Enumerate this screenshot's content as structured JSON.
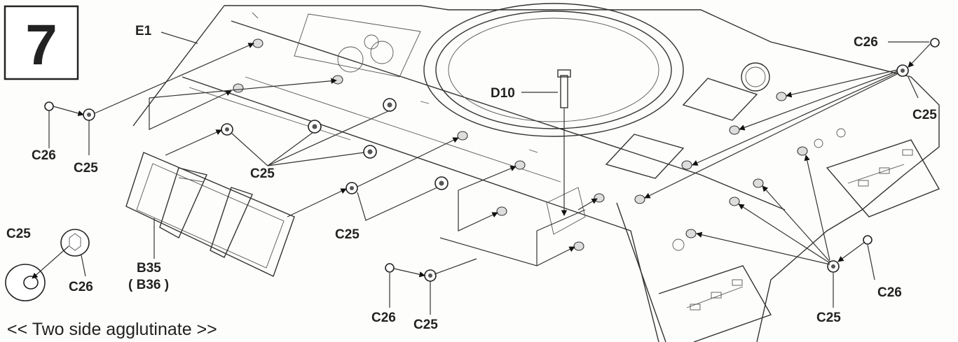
{
  "step": {
    "number": "7"
  },
  "caption": "<< Two side agglutinate >>",
  "parts": {
    "e1": "E1",
    "d10": "D10",
    "b35": "B35",
    "b36": "( B36 )",
    "c25": "C25",
    "c26": "C26"
  },
  "labels": {
    "c26_top_right": "C26",
    "c25_top_right": "C25",
    "c26_left": "C26",
    "c25_left": "C25",
    "c25_center_group": "C25",
    "c25_mid": "C25",
    "c25_detail": "C25",
    "c26_detail": "C26",
    "c26_bottom": "C26",
    "c25_bottom": "C25",
    "c26_right_bottom": "C26",
    "c25_right_bottom": "C25"
  }
}
